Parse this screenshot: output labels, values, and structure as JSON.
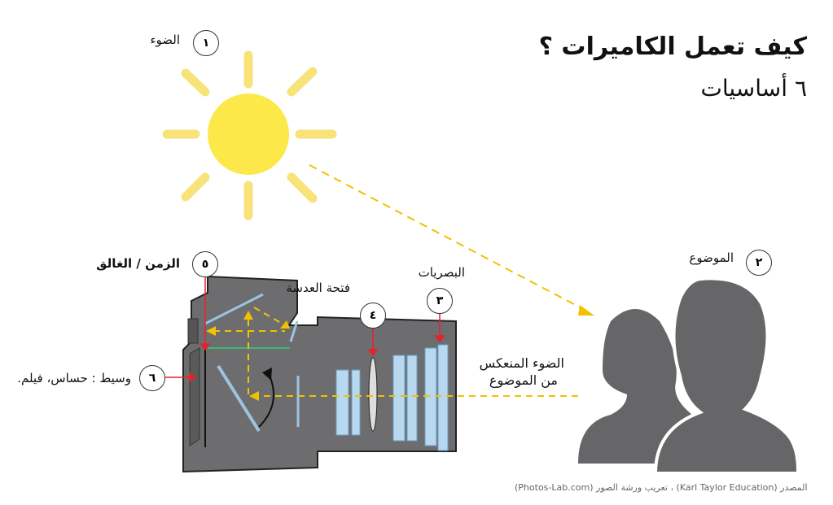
{
  "title": "كيف تعمل الكاميرات ؟",
  "subtitle": "٦ أساسيات",
  "labels": [
    {
      "num": "١",
      "text": "الضوء"
    },
    {
      "num": "٢",
      "text": "الموضوع"
    },
    {
      "num": "٣",
      "text": "البصريات"
    },
    {
      "num": "٤",
      "text": "فتحة العدسة"
    },
    {
      "num": "٥",
      "text": "الزمن / الغالق"
    },
    {
      "num": "٦",
      "text": "وسيط : حساس، فيلم."
    }
  ],
  "reflected_light": [
    "الضوء المنعكس",
    "من الموضوع"
  ],
  "source": "المصدر (Karl Taylor Education) ، تعريب ورشة الصور (Photos-Lab.com)",
  "colors": {
    "sun": "#fde84a",
    "sun_rays": "#f8e27a",
    "camera": "#6d6d6f",
    "subject": "#666668",
    "light_path": "#f2c200",
    "pointer": "#e8202a"
  }
}
